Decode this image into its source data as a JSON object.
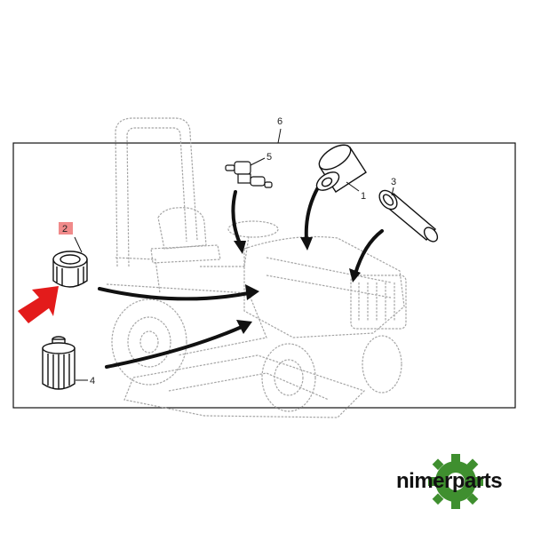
{
  "callouts": {
    "c1": "1",
    "c2": "2",
    "c3": "3",
    "c4": "4",
    "c5": "5",
    "c6": "6"
  },
  "brand": {
    "name": "nimerparts",
    "gear_color": "#3f8f2f",
    "dot_color": "#7ab800"
  },
  "colors": {
    "highlight_box": "#f08a8a",
    "pointer_arrow": "#e31b1b",
    "line": "#111111",
    "tractor_outline": "#9a9a9a"
  }
}
